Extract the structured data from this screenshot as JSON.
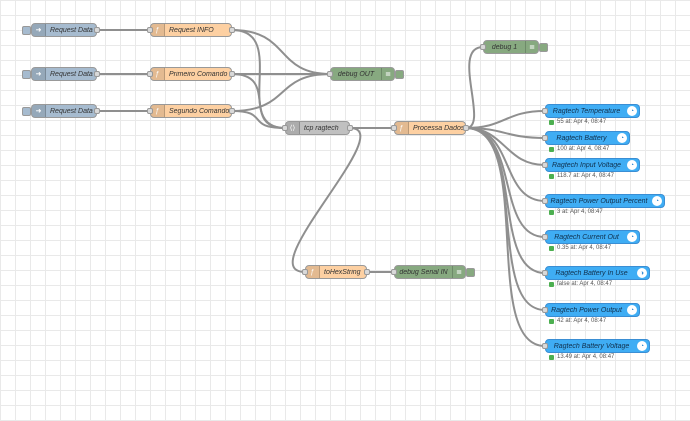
{
  "nodes": {
    "inject1": {
      "label": "Request Data ↻"
    },
    "inject2": {
      "label": "Request Data"
    },
    "inject3": {
      "label": "Request Data"
    },
    "func_info": {
      "label": "Request INFO"
    },
    "func_primeiro": {
      "label": "Primeiro Comando"
    },
    "func_segundo": {
      "label": "Segundo Comando"
    },
    "debug_out": {
      "label": "debug OUT"
    },
    "debug_1": {
      "label": "debug 1"
    },
    "tcp": {
      "label": "tcp ragtech"
    },
    "processa": {
      "label": "Processa Dados"
    },
    "hex": {
      "label": "toHexString"
    },
    "debug_serial": {
      "label": "debug Serial IN"
    }
  },
  "dashboard": [
    {
      "label": "Ragtech Temperature",
      "status": "55 at: Apr 4, 08:47"
    },
    {
      "label": "Ragtech Battery",
      "status": "100 at: Apr 4, 08:47"
    },
    {
      "label": "Ragtech Input Voltage",
      "status": "118.7 at: Apr 4, 08:47"
    },
    {
      "label": "Ragtech Power Output Percent",
      "status": "3 at: Apr 4, 08:47"
    },
    {
      "label": "Ragtech Current Out",
      "status": "0.35 at: Apr 4, 08:47"
    },
    {
      "label": "Ragtech Battery In Use",
      "status": "false at: Apr 4, 08:47"
    },
    {
      "label": "Ragtech Power Output",
      "status": "42 at: Apr 4, 08:47"
    },
    {
      "label": "Ragtech Battery Voltage",
      "status": "13.49 at: Apr 4, 08:47"
    }
  ],
  "icons": {
    "inject": "arrow-right-icon",
    "function": "function-icon",
    "debug": "debug-list-icon",
    "tcp": "tcp-bracket-icon",
    "gauge": "gauge-icon",
    "switch": "toggle-icon"
  },
  "colors": {
    "inject": "#a6bbcf",
    "function": "#fdd0a2",
    "debug": "#87a980",
    "tcp": "#c0c0c0",
    "dashboard": "#3fadf4",
    "wire": "#8f8f8f",
    "status_ok": "#4caf50"
  }
}
